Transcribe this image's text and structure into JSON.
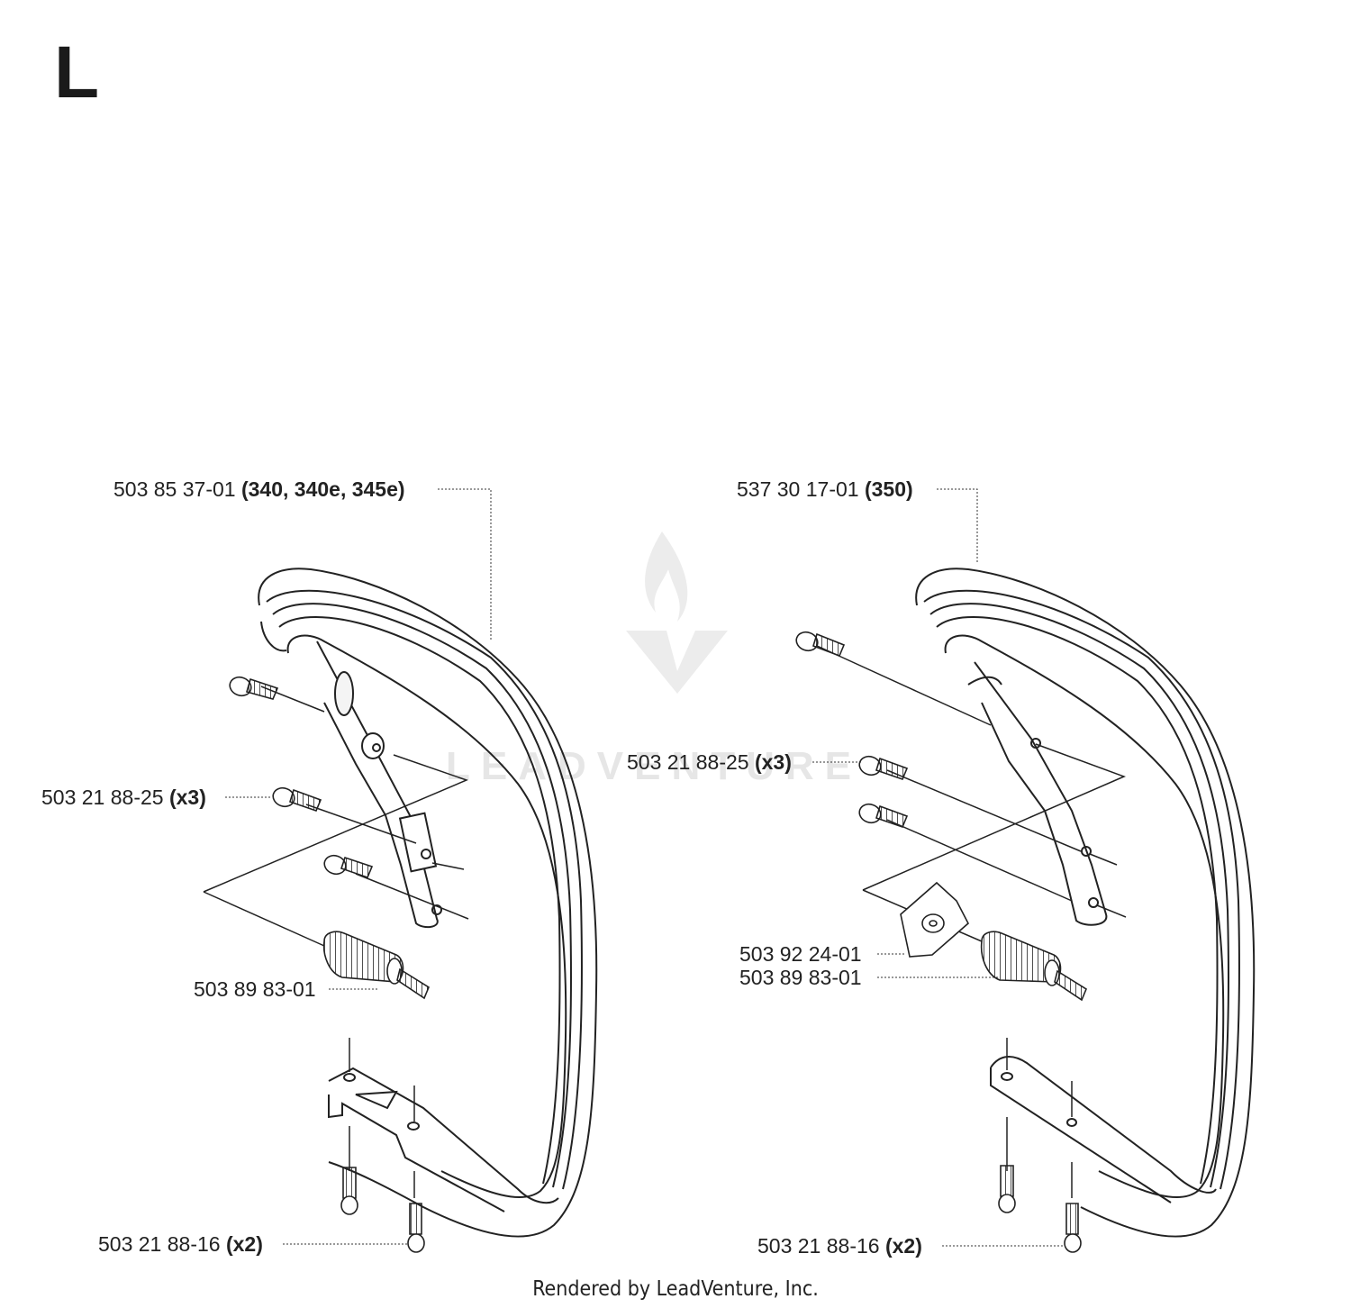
{
  "section_letter": "L",
  "watermark": {
    "text": "LEADVENTURE"
  },
  "footer": "Rendered by LeadVenture, Inc.",
  "left_assembly": {
    "handle": {
      "part": "503 85 37-01",
      "note": "(340, 340e, 345e)"
    },
    "screws": {
      "part": "503 21 88-25",
      "qty": "(x3)"
    },
    "damper": {
      "part": "503 89 83-01"
    },
    "bottom_screws": {
      "part": "503 21 88-16",
      "qty": "(x2)"
    }
  },
  "right_assembly": {
    "handle": {
      "part": "537 30 17-01",
      "note": "(350)"
    },
    "screws": {
      "part": "503 21 88-25",
      "qty": "(x3)"
    },
    "bracket": {
      "part": "503 92 24-01"
    },
    "damper": {
      "part": "503 89 83-01"
    },
    "bottom_screws": {
      "part": "503 21 88-16",
      "qty": "(x2)"
    }
  }
}
